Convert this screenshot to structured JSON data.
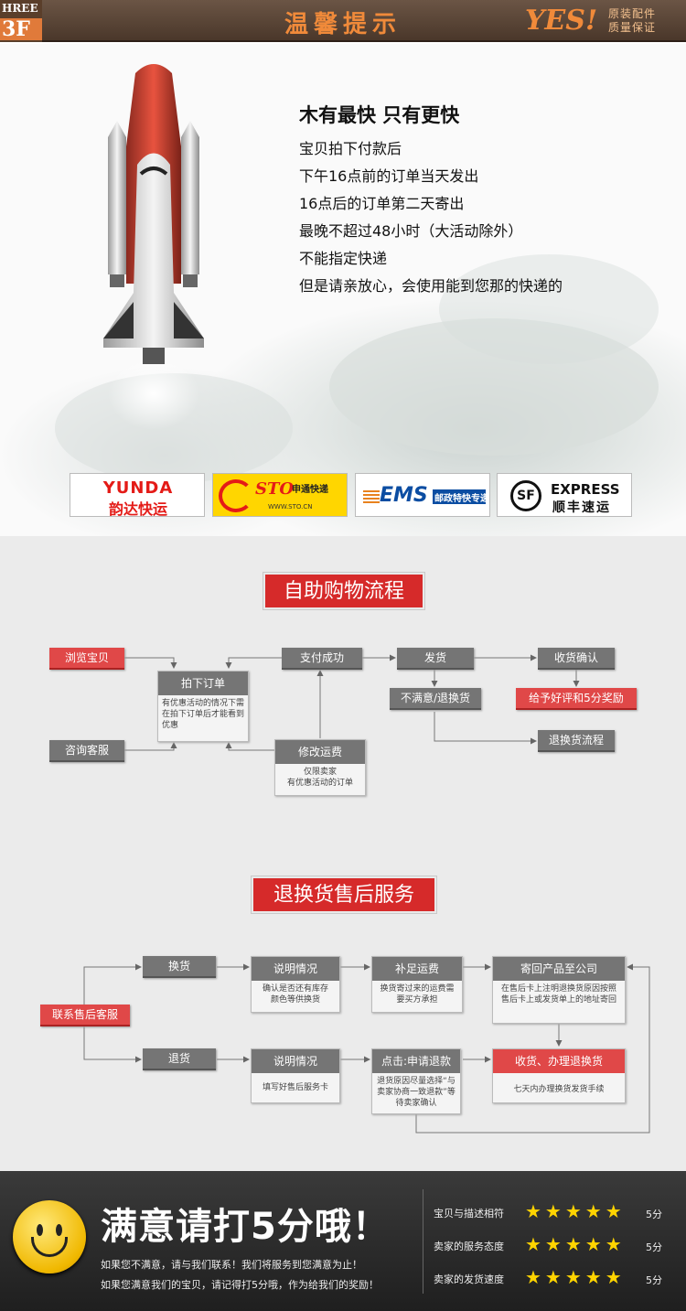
{
  "header": {
    "floor_sub": "HREE",
    "floor_main": "3F",
    "title": "温馨提示",
    "yes": "YES!",
    "yes_sub1": "原装配件",
    "yes_sub2": "质量保证"
  },
  "hero": {
    "slogan": "木有最快 只有更快",
    "lines": [
      "宝贝拍下付款后",
      "下午16点前的订单当天发出",
      "16点后的订单第二天寄出",
      "最晚不超过48小时（大活动除外）",
      "不能指定快递",
      "但是请亲放心，会使用能到您那的快递的"
    ]
  },
  "couriers": {
    "yunda_en": "YUNDA",
    "yunda_cn": "韵达快运",
    "sto_en": "STO",
    "sto_cn": "申通快递",
    "sto_url": "WWW.STO.CN",
    "ems_en": "EMS",
    "ems_cn": "邮政特快专递",
    "sf_mark": "SF",
    "sf_en": "EXPRESS",
    "sf_cn": "顺丰速运"
  },
  "shopping": {
    "title": "自助购物流程",
    "browse": "浏览宝贝",
    "consult": "咨询客服",
    "order": "拍下订单",
    "order_note": "有优惠活动的情况下需在拍下订单后才能看到优惠",
    "pay": "支付成功",
    "modify": "修改运费",
    "modify_note1": "仅限卖家",
    "modify_note2": "有优惠活动的订单",
    "ship": "发货",
    "unhappy": "不满意/退换货",
    "receive": "收货确认",
    "review": "给予好评和5分奖励",
    "return_flow": "退换货流程"
  },
  "aftersale": {
    "title": "退换货售后服务",
    "contact": "联系售后客服",
    "exchange": "换货",
    "refund": "退货",
    "explain1": "说明情况",
    "explain1_note": "确认是否还有库存颜色等供换货",
    "postage": "补足运费",
    "postage_note": "换货寄过来的运费需要买方承担",
    "send_back": "寄回产品至公司",
    "send_back_note": "在售后卡上注明退换货原因按照售后卡上或发货单上的地址寄回",
    "explain2": "说明情况",
    "explain2_note": "填写好售后服务卡",
    "apply": "点击:申请退款",
    "apply_note": "退货原因尽量选择“与卖家协商一致退款”等待卖家确认",
    "process": "收货、办理退换货",
    "process_note": "七天内办理换货发货手续"
  },
  "footer": {
    "headline": "满意请打5分哦！",
    "line1": "如果您不满意，请与我们联系！我们将服务到您满意为止！",
    "line2": "如果您满意我们的宝贝，请记得打5分哦，作为给我们的奖励！",
    "ratings": [
      {
        "label": "宝贝与描述相符",
        "score": "5分"
      },
      {
        "label": "卖家的服务态度",
        "score": "5分"
      },
      {
        "label": "卖家的发货速度",
        "score": "5分"
      }
    ],
    "stars": "★★★★★"
  },
  "colors": {
    "accent": "#d62a2a",
    "header_orange": "#f08a3a",
    "star": "#ffd400"
  }
}
